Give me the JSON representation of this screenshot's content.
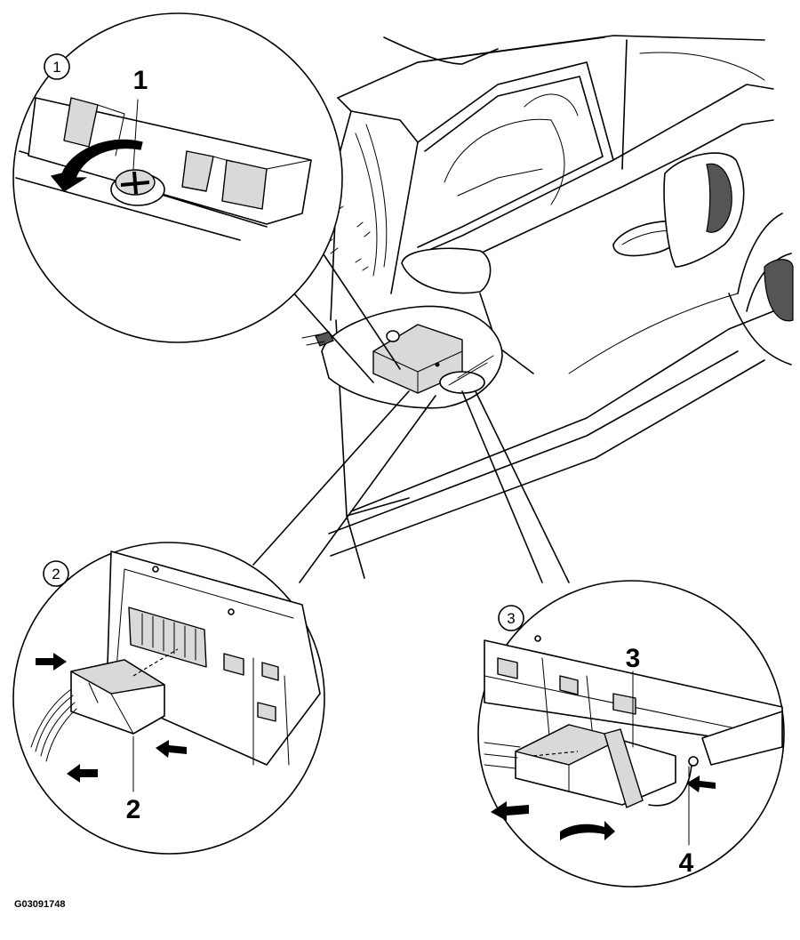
{
  "figure_code": "G03091748",
  "detail_1": {
    "circle_label": "1",
    "callout": "1"
  },
  "detail_2": {
    "circle_label": "2",
    "callout": "2"
  },
  "detail_3": {
    "circle_label": "3",
    "callouts": [
      "3",
      "4"
    ]
  },
  "colors": {
    "line": "#000000",
    "background": "#ffffff",
    "shade": "#d9d9d9"
  }
}
